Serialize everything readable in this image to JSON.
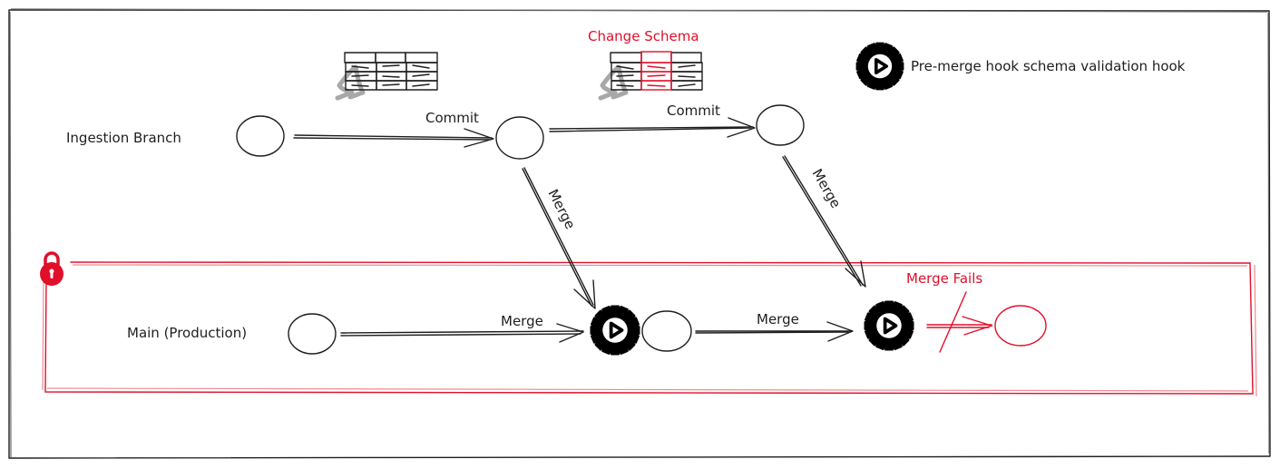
{
  "diagram": {
    "legend": {
      "icon": "gear-play-icon",
      "text": "Pre-merge hook schema validation hook"
    },
    "annotations": {
      "change_schema": "Change Schema",
      "merge_fails": "Merge Fails"
    },
    "branches": {
      "ingestion": {
        "label": "Ingestion Branch"
      },
      "main": {
        "label": "Main (Production)",
        "protected_icon": "lock-icon"
      }
    },
    "edges": {
      "commit_1": "Commit",
      "commit_2": "Commit",
      "merge_diag_1": "Merge",
      "merge_diag_2": "Merge",
      "merge_main_1": "Merge",
      "merge_main_2": "Merge"
    },
    "icons": {
      "table_1": "table-icon",
      "table_2": "table-changed-icon",
      "logo_1": "lakefs-logo-icon",
      "logo_2": "lakefs-logo-icon"
    },
    "colors": {
      "node_fill": "#3bbfcf",
      "failed_node": "#e0102a",
      "protected_border": "#e0102a",
      "stroke": "#1e1e1e"
    }
  }
}
